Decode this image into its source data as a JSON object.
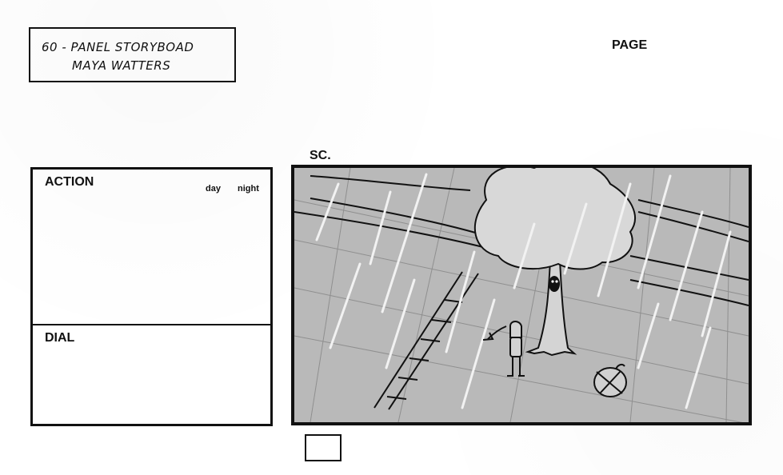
{
  "title_box": {
    "line1": "60 - PANEL STORYBOAD",
    "line2": "MAYA WATTERS"
  },
  "header": {
    "page_label": "PAGE",
    "scene_label": "SC."
  },
  "notes": {
    "action_label": "ACTION",
    "day_label": "day",
    "night_label": "night",
    "dial_label": "DIAL"
  },
  "colors": {
    "ink": "#111111",
    "panel_bg": "#b9b9b9",
    "tree_canopy": "#d8d8d8",
    "rain": "#f2f2f2"
  }
}
